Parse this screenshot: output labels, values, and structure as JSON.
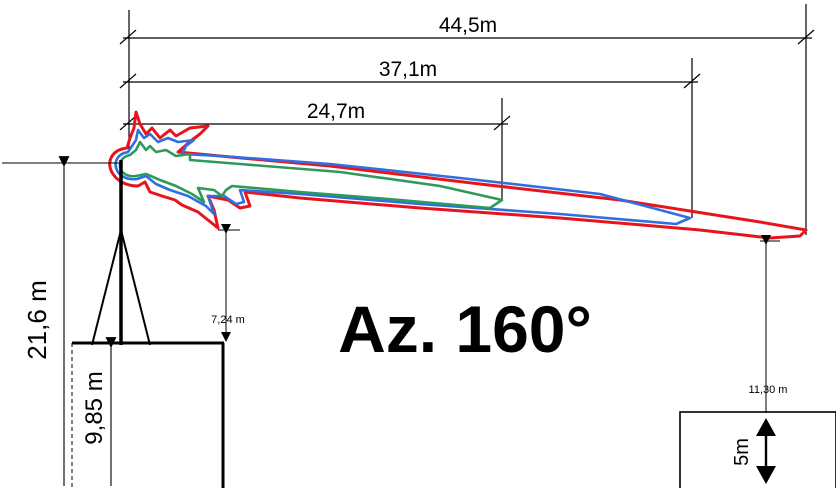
{
  "colors": {
    "red": "#e8141c",
    "blue": "#2f6fe0",
    "green": "#2e9a5a",
    "line": "#000000"
  },
  "diagram": {
    "azimuth_label": "Az. 160°",
    "distances": {
      "far": "44,5m",
      "mid": "37,1m",
      "near": "24,7m"
    },
    "heights": {
      "antenna_height": "21,6 m",
      "building_height": "9,85 m",
      "clearance_building": "7,24 m",
      "clearance_box": "11,30 m",
      "box_height": "5m"
    }
  }
}
